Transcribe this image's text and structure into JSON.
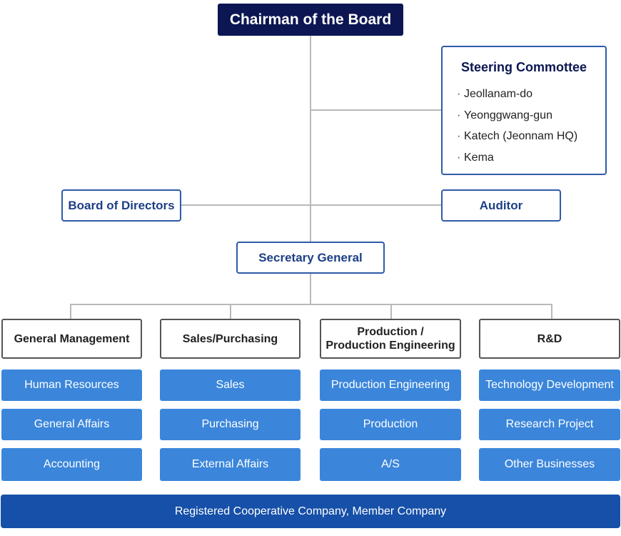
{
  "chairman": "Chairman of the Board",
  "steering": {
    "title": "Steering Commottee",
    "members": [
      "Jeollanam-do",
      "Yeonggwang-gun",
      "Katech (Jeonnam HQ)",
      "Kema"
    ]
  },
  "board_of_directors": "Board of Directors",
  "auditor": "Auditor",
  "secretary_general": "Secretary General",
  "divisions": [
    {
      "name": "General Management",
      "teams": [
        "Human Resources",
        "General Affairs",
        "Accounting"
      ]
    },
    {
      "name": "Sales/Purchasing",
      "teams": [
        "Sales",
        "Purchasing",
        "External Affairs"
      ]
    },
    {
      "name": "Production / Production Engineering",
      "name_line1": "Production /",
      "name_line2": "Production Engineering",
      "teams": [
        "Production Engineering",
        "Production",
        "A/S"
      ]
    },
    {
      "name": "R&D",
      "teams": [
        "Technology Development",
        "Research Project",
        "Other Businesses"
      ]
    }
  ],
  "footer": "Registered Cooperative Company, Member Company"
}
